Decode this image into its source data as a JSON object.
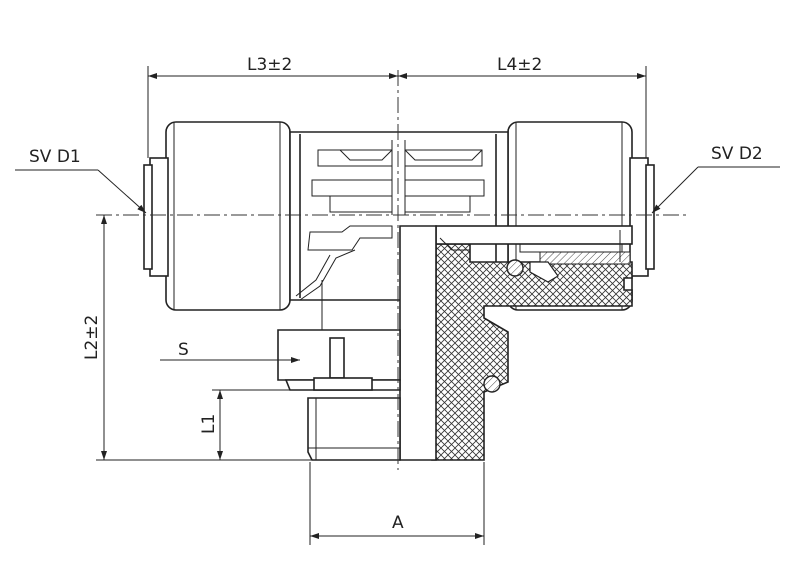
{
  "labels": {
    "l3": "L3±2",
    "l4": "L4±2",
    "sv_d1": "SV D1",
    "sv_d2": "SV D2",
    "l2": "L2±2",
    "s": "S",
    "l1": "L1",
    "a": "A"
  },
  "colors": {
    "line": "#222222",
    "hatch": "#333333",
    "background": "#ffffff"
  }
}
